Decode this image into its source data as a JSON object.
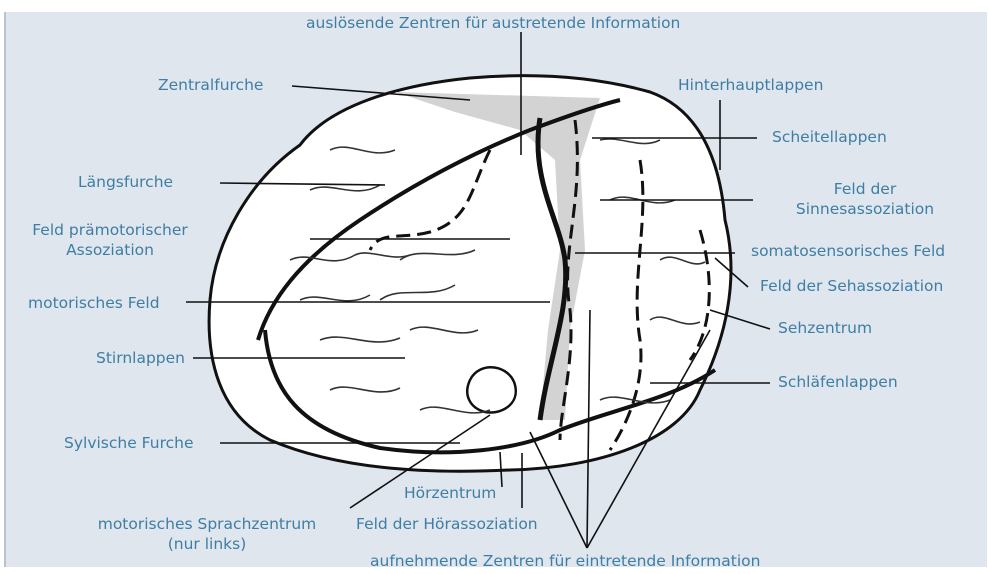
{
  "labels": {
    "ausloesende": "auslösende Zentren für austretende Information",
    "zentralfurche": "Zentralfurche",
    "hinterhauptlappen": "Hinterhauptlappen",
    "scheitellappen": "Scheitellappen",
    "laengsfurche": "Längsfurche",
    "sinnes_1": "Feld der",
    "sinnes_2": "Sinnesassoziation",
    "praemotor_1": "Feld prämotorischer",
    "praemotor_2": "Assoziation",
    "somato": "somatosensorisches Feld",
    "sehassoz": "Feld der Sehassoziation",
    "motorisch": "motorisches Feld",
    "sehzentrum": "Sehzentrum",
    "stirnlappen": "Stirnlappen",
    "schlaefen": "Schläfenlappen",
    "sylvische": "Sylvische Furche",
    "hoerzentrum": "Hörzentrum",
    "sprach_1": "motorisches Sprachzentrum",
    "sprach_2": "(nur links)",
    "hoerassoz": "Feld der Hörassoziation",
    "aufnehmende": "aufnehmende Zentren für eintretende Information"
  },
  "colors": {
    "label": "#3f7ea4",
    "background": "#dfe6ee",
    "cortex_highlight": "#d3d3d3"
  }
}
